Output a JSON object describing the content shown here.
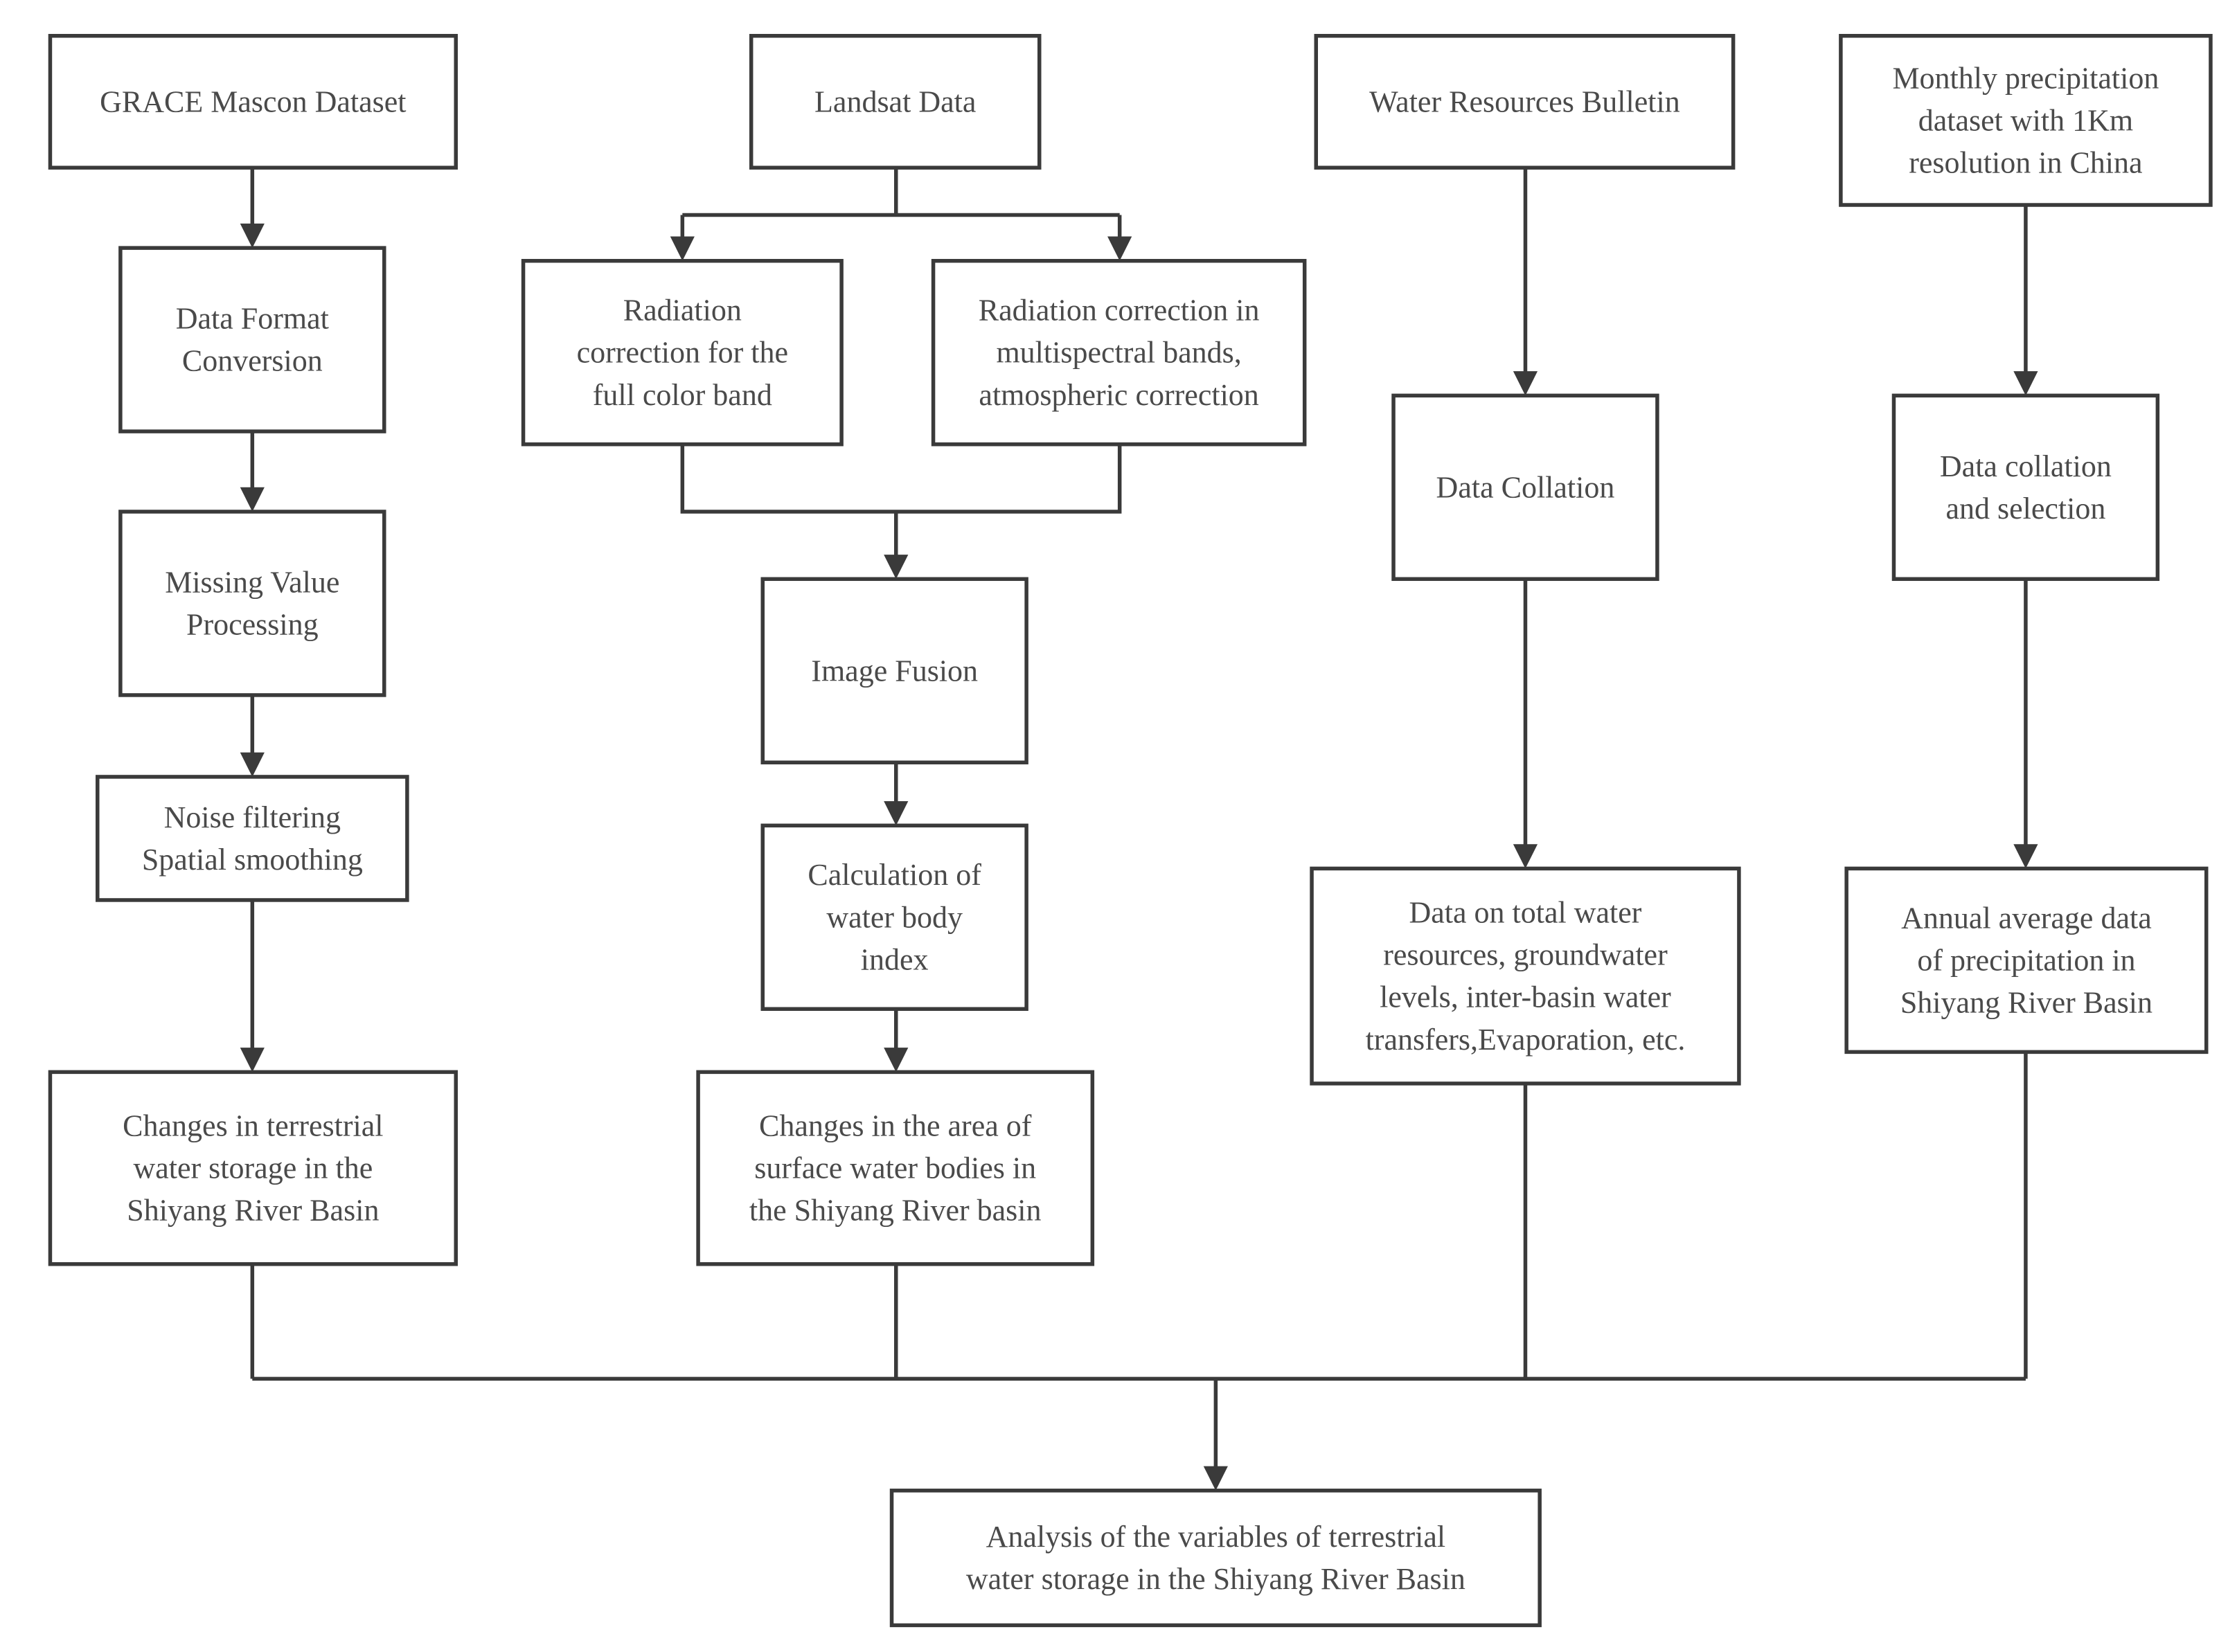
{
  "diagram": {
    "nodes": {
      "grace": {
        "lines": [
          "GRACE Mascon Dataset"
        ]
      },
      "landsat": {
        "lines": [
          "Landsat Data"
        ]
      },
      "bulletin": {
        "lines": [
          "Water Resources Bulletin"
        ]
      },
      "precip": {
        "lines": [
          "Monthly precipitation",
          "dataset with 1Km",
          "resolution in China"
        ]
      },
      "format": {
        "lines": [
          "Data Format",
          "Conversion"
        ]
      },
      "missing": {
        "lines": [
          "Missing Value",
          "Processing"
        ]
      },
      "noise": {
        "lines": [
          "Noise filtering",
          "Spatial smoothing"
        ]
      },
      "tws": {
        "lines": [
          "Changes in terrestrial",
          "water storage in the",
          "Shiyang River Basin"
        ]
      },
      "radfull": {
        "lines": [
          "Radiation",
          "correction for the",
          "full color band"
        ]
      },
      "radmulti": {
        "lines": [
          "Radiation correction in",
          "multispectral bands,",
          "atmospheric correction"
        ]
      },
      "fusion": {
        "lines": [
          "Image Fusion"
        ]
      },
      "wbi": {
        "lines": [
          "Calculation of",
          "water body",
          "index"
        ]
      },
      "surface": {
        "lines": [
          "Changes in the area of",
          "surface water bodies in",
          "the Shiyang River basin"
        ]
      },
      "collation": {
        "lines": [
          "Data Collation"
        ]
      },
      "totalwater": {
        "lines": [
          "Data on total water",
          "resources, groundwater",
          "levels, inter-basin water",
          "transfers,Evaporation, etc."
        ]
      },
      "selection": {
        "lines": [
          "Data collation",
          "and selection"
        ]
      },
      "annualprecip": {
        "lines": [
          "Annual average data",
          "of precipitation in",
          "Shiyang River Basin"
        ]
      },
      "analysis": {
        "lines": [
          "Analysis of the variables of terrestrial",
          "water storage in the Shiyang River Basin"
        ]
      }
    }
  }
}
